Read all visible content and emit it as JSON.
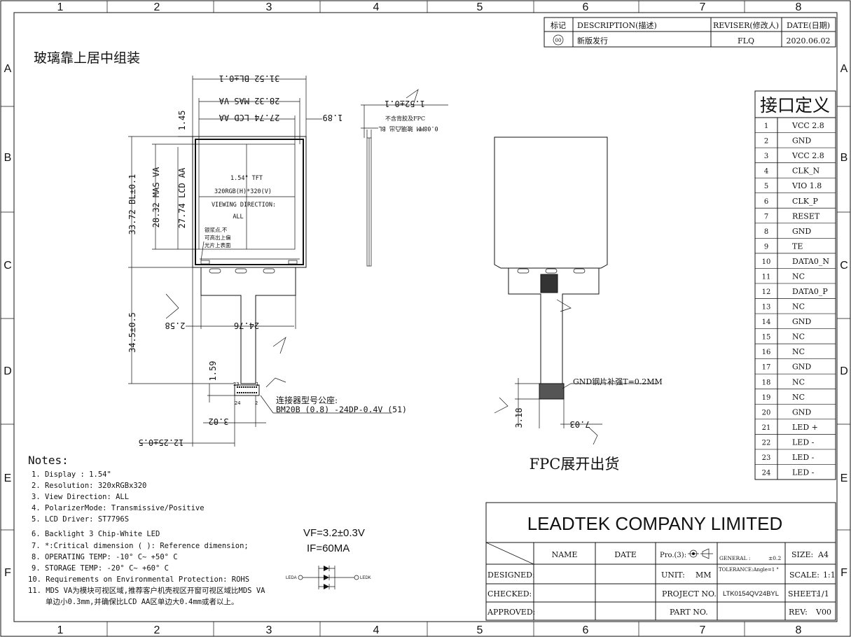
{
  "grid": {
    "columns": [
      "1",
      "2",
      "3",
      "4",
      "5",
      "6",
      "7",
      "8"
    ],
    "rows": [
      "A",
      "B",
      "C",
      "D",
      "E",
      "F"
    ]
  },
  "revision_table": {
    "headers": [
      "标记",
      "DESCRIPTION(描述)",
      "REVISER(修改人)",
      "DATE(日期)"
    ],
    "row": {
      "mark": "00",
      "description": "新版发行",
      "reviser": "FLQ",
      "date": "2020.06.02"
    }
  },
  "assembly_note": "玻璃靠上居中组装",
  "front_view": {
    "dim_bl_width": "31.52 BL±0.1",
    "dim_va_width": "28.32 MAS VA",
    "dim_aa_width": "27.74 LCD AA",
    "dim_right_offset": "1.89",
    "dim_top_offset": "1.45",
    "dim_bl_height": "33.72 BL±0.1",
    "dim_va_height": "28.32 MAS VA",
    "dim_aa_height": "27.74 LCD AA",
    "panel_text": [
      "1.54\" TFT",
      "320RGB(H)*320(V)",
      "VIEWING DIRECTION:",
      "ALL"
    ],
    "tape_note": [
      "银浆点,不",
      "可高出上偏",
      "光片上表面"
    ],
    "dim_fpc_length": "34.5±0.5",
    "dim_fpc_left": "2.58",
    "dim_fpc_width": "24.76",
    "dim_conn_height": "1.59",
    "dim_conn_offset": "3.02",
    "dim_total_offset": "12.25±0.5",
    "conn_pin_first": "23",
    "conn_pin_first_b": "24",
    "conn_pin_last": "1",
    "conn_pin_last_b": "2",
    "connector_label": "连接器型号公座:",
    "connector_model": "BM20B (0.8) -24DP-0.4V (51)"
  },
  "side_view": {
    "dim_thickness": "1.52±0.1",
    "note_1": "不含背胶及FPC",
    "note_2": "0.08MM 玻璃凸出 BL"
  },
  "fpc_view": {
    "stiffener_note": "GND钢片补强T=0.2MM",
    "dim_height": "3.18",
    "dim_width": "7.03",
    "caption": "FPC展开出货"
  },
  "interface": {
    "title": "接口定义",
    "pins": [
      {
        "no": "1",
        "name": "VCC 2.8"
      },
      {
        "no": "2",
        "name": "GND"
      },
      {
        "no": "3",
        "name": "VCC 2.8"
      },
      {
        "no": "4",
        "name": "CLK_N"
      },
      {
        "no": "5",
        "name": "VIO 1.8"
      },
      {
        "no": "6",
        "name": "CLK_P"
      },
      {
        "no": "7",
        "name": "RESET"
      },
      {
        "no": "8",
        "name": "GND"
      },
      {
        "no": "9",
        "name": "TE"
      },
      {
        "no": "10",
        "name": "DATA0_N"
      },
      {
        "no": "11",
        "name": "NC"
      },
      {
        "no": "12",
        "name": "DATA0_P"
      },
      {
        "no": "13",
        "name": "NC"
      },
      {
        "no": "14",
        "name": "GND"
      },
      {
        "no": "15",
        "name": "NC"
      },
      {
        "no": "16",
        "name": "NC"
      },
      {
        "no": "17",
        "name": "GND"
      },
      {
        "no": "18",
        "name": "NC"
      },
      {
        "no": "19",
        "name": "NC"
      },
      {
        "no": "20",
        "name": "GND"
      },
      {
        "no": "21",
        "name": "LED +"
      },
      {
        "no": "22",
        "name": "LED -"
      },
      {
        "no": "23",
        "name": "LED -"
      },
      {
        "no": "24",
        "name": "LED -"
      }
    ]
  },
  "notes": {
    "title": "Notes:",
    "items": [
      "1. Display : 1.54\"",
      "2. Resolution: 320xRGBx320",
      "3. View Direction: ALL",
      "4. PolarizerMode: Transmissive/Positive",
      "5. LCD Driver: ST7796S",
      "6. Backlight 3 Chip-White LED",
      "7. *:Critical dimension ( ): Reference dimension;",
      "8. OPERATING TEMP: -10° C~ +50° C",
      "9. STORAGE TEMP: -20° C~ +60° C",
      "10. Requirements on Environmental Protection: ROHS",
      "11. MDS VA为模块可视区域,推荐客户机壳视区开窗可视区域比MDS VA",
      "单边小0.3mm,并确保比LCD AA区单边大0.4mm或者以上。"
    ]
  },
  "led": {
    "vf": "VF=3.2±0.3V",
    "if": "IF=60MA",
    "leda": "LEDA",
    "ledk": "LEDK"
  },
  "title_block": {
    "company": "LEADTEK COMPANY LIMITED",
    "name_header": "NAME",
    "date_header": "DATE",
    "projection": "Pro.(3):",
    "general": "GENERAL :",
    "general_val": "±0.2",
    "tolerance": "TOLERANCE:Angle=1 °",
    "size_label": "SIZE:",
    "size_val": "A4",
    "designed": "DESIGNED:",
    "checked": "CHECKED:",
    "approved": "APPROVED:",
    "unit_label": "UNIT:",
    "unit_val": "MM",
    "scale_label": "SCALE:",
    "scale_val": "1:1",
    "project_label": "PROJECT NO.",
    "project_val": "LTK0154QV24BYL",
    "sheet_label": "SHEET:",
    "sheet_val": "1/1",
    "part_label": "PART NO.",
    "rev_label": "REV:",
    "rev_val": "V00"
  }
}
